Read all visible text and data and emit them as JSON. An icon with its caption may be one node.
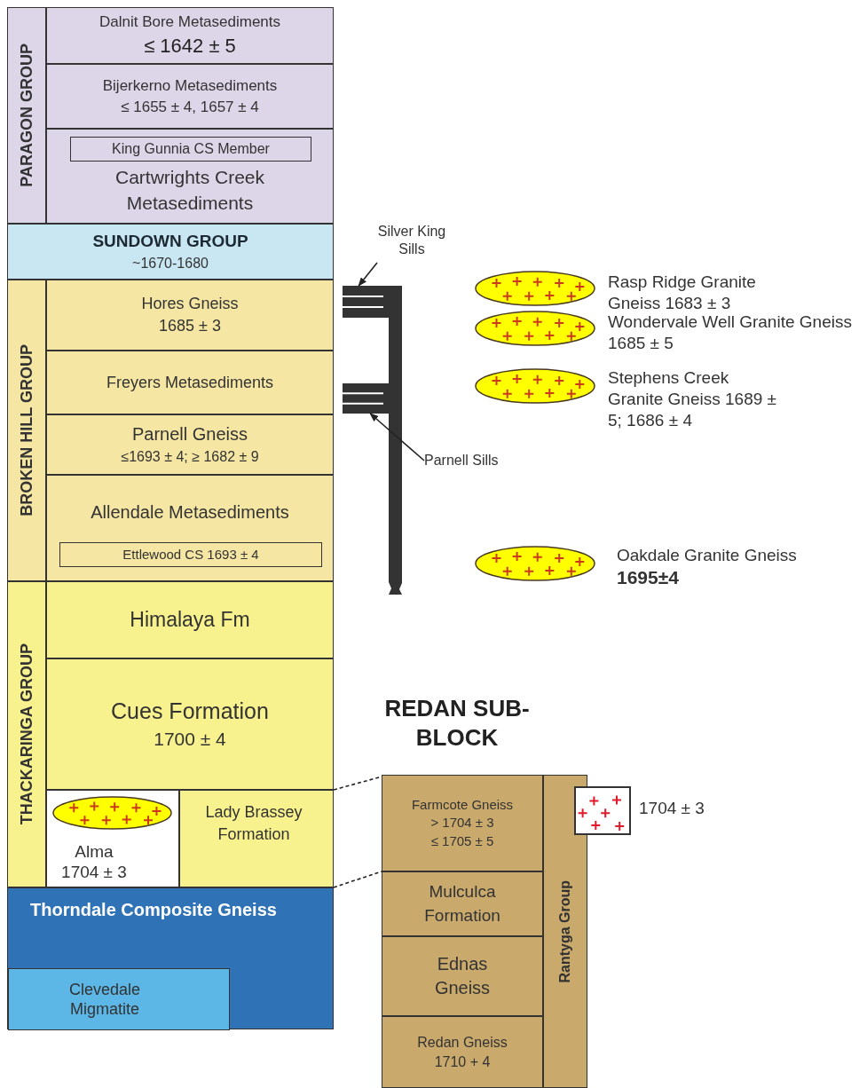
{
  "diagram": {
    "nodes": [
      {
        "text": [
          "PARAGON GROUP"
        ]
      },
      {
        "text": [
          "Dalnit Bore Metasediments",
          "≤ 1642 ± 5"
        ]
      },
      {
        "text": [
          "Bijerkerno Metasediments",
          "≤ 1655 ± 4,  1657 ± 4"
        ]
      },
      {
        "text": [
          "Cartwrights Creek Metasediments"
        ]
      },
      {
        "text": [
          "King Gunnia CS Member"
        ],
        "in": 3
      },
      {
        "text": [
          "SUNDOWN GROUP",
          "~1670-1680"
        ]
      },
      {
        "text": [
          "BROKEN HILL GROUP"
        ]
      },
      {
        "text": [
          "Hores Gneiss",
          "1685 ± 3"
        ]
      },
      {
        "text": [
          "Freyers Metasediments"
        ]
      },
      {
        "text": [
          "Parnell Gneiss",
          "≤1693 ± 4;  ≥ 1682 ± 9"
        ]
      },
      {
        "text": [
          "Allendale Metasediments"
        ]
      },
      {
        "text": [
          "Ettlewood CS  1693 ± 4"
        ],
        "in": 10
      },
      {
        "text": [
          "THACKARINGA GROUP"
        ]
      },
      {
        "text": [
          "Himalaya Fm"
        ]
      },
      {
        "text": [
          "Cues Formation",
          "1700 ± 4"
        ]
      },
      {
        "text": [
          "Alma 1704 ± 3"
        ]
      },
      {
        "text": [],
        "shape": "ellipse",
        "in": 15
      },
      {
        "text": [
          "Lady Brassey Formation"
        ]
      },
      {
        "text": [
          "Thorndale Composite Gneiss"
        ]
      },
      {
        "text": [
          "Clevedale Migmatite"
        ],
        "in": 18
      },
      {
        "text": [
          "Silver King Sills"
        ]
      },
      {
        "text": [],
        "shape": "bar"
      },
      {
        "text": [],
        "shape": "bar"
      },
      {
        "text": [
          "Parnell Sills"
        ]
      },
      {
        "text": [],
        "shape": "ellipse",
        "beside": [
          "Rasp Ridge Granite Gneiss  1683 ± 3"
        ]
      },
      {
        "text": [],
        "shape": "ellipse",
        "beside": [
          "Wondervale Well Granite Gneiss  1685 ± 5"
        ]
      },
      {
        "text": [],
        "shape": "ellipse",
        "beside": [
          "Stephens Creek Granite Gneiss 1689 ± 5; 1686 ± 4"
        ]
      },
      {
        "text": [],
        "shape": "ellipse",
        "beside": [
          "Oakdale Granite Gneiss",
          "1695±4"
        ]
      },
      {
        "text": [
          "Farmcote Gneiss",
          "> 1704 ± 3",
          "≤ 1705 ± 5"
        ]
      },
      {
        "text": [
          "Mulculca Formation"
        ]
      },
      {
        "text": [
          "Ednas Gneiss"
        ]
      },
      {
        "text": [
          "Redan Gneiss",
          "1710 + 4"
        ]
      },
      {
        "text": [
          "Rantyga Group"
        ]
      },
      {
        "text": [],
        "shape": "box",
        "beside": [
          "1704 ± 3"
        ]
      }
    ],
    "edges": [
      {
        "from": 20,
        "to": 21,
        "arrow": "to"
      },
      {
        "from": 23,
        "to": 22,
        "arrow": "to"
      },
      {
        "from": 17,
        "to": 28,
        "arrow": "none",
        "style": "dashed"
      },
      {
        "from": 17,
        "to": 28,
        "arrow": "none",
        "style": "dashed"
      }
    ],
    "labels": [
      "REDAN SUB-BLOCK"
    ]
  }
}
